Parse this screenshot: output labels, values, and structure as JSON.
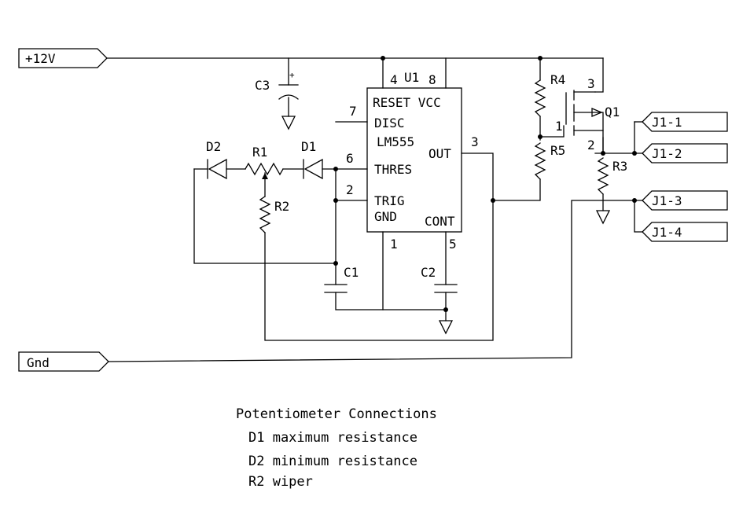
{
  "ports": {
    "vcc": "+12V",
    "gnd": "Gnd",
    "j1_1": "J1-1",
    "j1_2": "J1-2",
    "j1_3": "J1-3",
    "j1_4": "J1-4"
  },
  "u1": {
    "ref": "U1",
    "part": "LM555",
    "pin_reset_vcc": "RESET VCC",
    "pin_disc": "DISC",
    "pin_thres": "THRES",
    "pin_trig": "TRIG",
    "pin_gnd": "GND",
    "pin_out": "OUT",
    "pin_cont": "CONT",
    "num_4": "4",
    "num_8": "8",
    "num_7": "7",
    "num_6": "6",
    "num_2": "2",
    "num_1": "1",
    "num_5": "5",
    "num_3": "3"
  },
  "q1": {
    "ref": "Q1",
    "pin_3": "3",
    "pin_1": "1",
    "pin_2": "2"
  },
  "components": {
    "c1": "C1",
    "c2": "C2",
    "c3": "C3",
    "c3_polarity": "+",
    "d1": "D1",
    "d2": "D2",
    "r1": "R1",
    "r2": "R2",
    "r3": "R3",
    "r4": "R4",
    "r5": "R5"
  },
  "notes": {
    "title": "Potentiometer Connections",
    "line1": "D1 maximum resistance",
    "line2": "D2 minimum resistance",
    "line3": "R2 wiper"
  }
}
